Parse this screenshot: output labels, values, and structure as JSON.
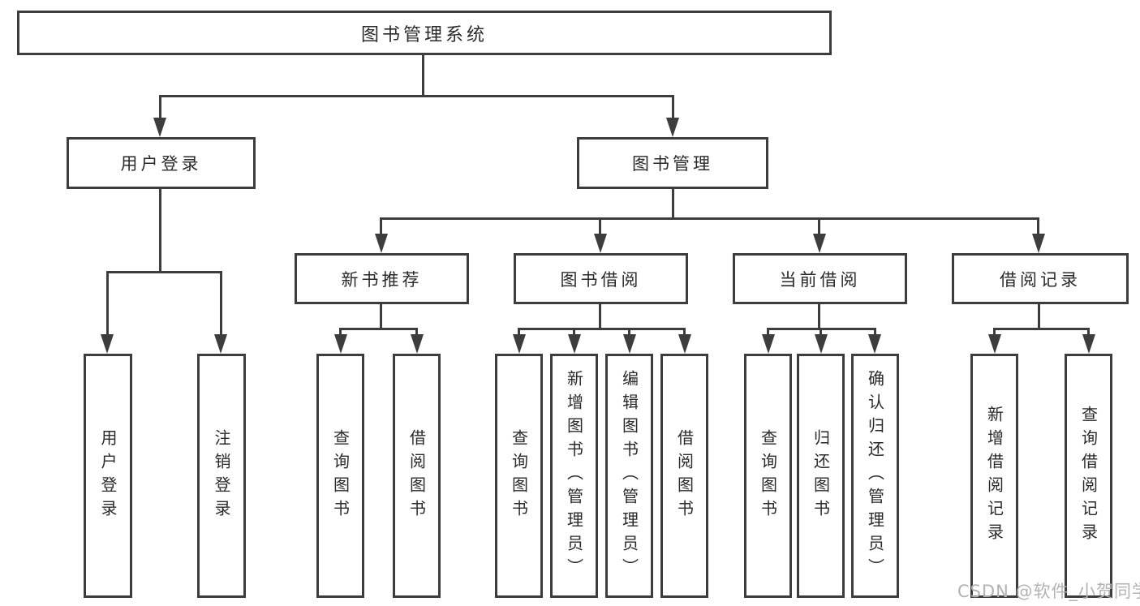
{
  "tree": {
    "root": {
      "label": "图书管理系统",
      "children": [
        {
          "label": "用户登录",
          "children": [
            {
              "label": "用户登录"
            },
            {
              "label": "注销登录"
            }
          ]
        },
        {
          "label": "图书管理",
          "children": [
            {
              "label": "新书推荐",
              "children": [
                {
                  "label": "查询图书"
                },
                {
                  "label": "借阅图书"
                }
              ]
            },
            {
              "label": "图书借阅",
              "children": [
                {
                  "label": "查询图书"
                },
                {
                  "label": "新增图书（管理员）"
                },
                {
                  "label": "编辑图书（管理员）"
                },
                {
                  "label": "借阅图书"
                }
              ]
            },
            {
              "label": "当前借阅",
              "children": [
                {
                  "label": "查询图书"
                },
                {
                  "label": "归还图书"
                },
                {
                  "label": "确认归还（管理员）"
                }
              ]
            },
            {
              "label": "借阅记录",
              "children": [
                {
                  "label": "新增借阅记录"
                },
                {
                  "label": "查询借阅记录"
                }
              ]
            }
          ]
        }
      ]
    }
  },
  "watermark": {
    "text": "CSDN @软件_小贺同学"
  },
  "colors": {
    "line": "#3d3d3d",
    "text": "#2a2a2a",
    "watermark": "#b3b3b3",
    "background": "#ffffff"
  }
}
